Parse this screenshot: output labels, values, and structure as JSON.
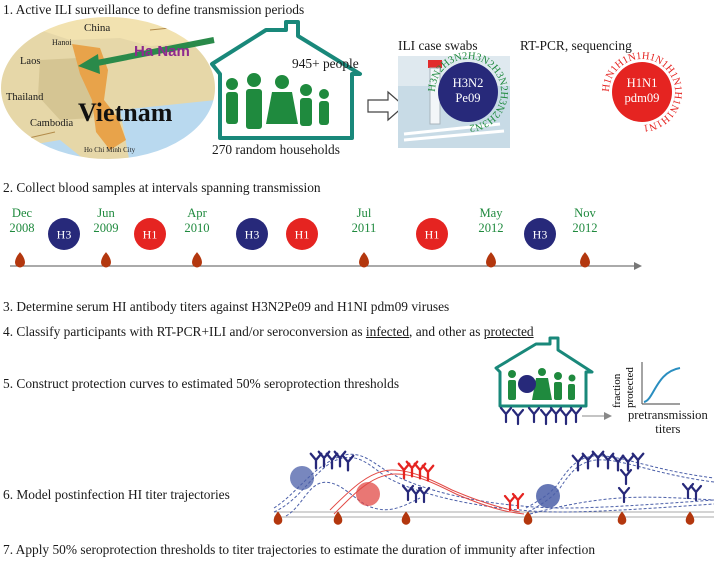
{
  "steps": [
    "1. Active ILI surveillance to define transmission periods",
    "2. Collect blood samples at intervals spanning transmission",
    "3. Determine serum HI antibody titers against H3N2Pe09 and H1NI pdm09 viruses",
    "4. Classify participants with RT-PCR+ILI and/or seroconversion as ",
    "5. Construct protection curves to estimated 50% seroprotection thresholds",
    "6. Model postinfection HI titer trajectories",
    "7. Apply 50% seroprotection thresholds to titer trajectories to estimate the duration of immunity after infection"
  ],
  "step4_parts": {
    "infected": "infected",
    "middle": ", and other as ",
    "protected": "protected"
  },
  "map": {
    "ha_nam": "Ha Nam",
    "vietnam": "Vietnam",
    "china": "China",
    "laos": "Laos",
    "thailand": "Thailand",
    "cambodia": "Cambodia",
    "hanoi": "Hanoi",
    "hcm": "Ho Chi Minh City"
  },
  "households": {
    "people": "945+ people",
    "count": "270 random households"
  },
  "swabs": {
    "label": "ILI case swabs"
  },
  "rtpcr": {
    "label": "RT-PCR, sequencing",
    "h3_line1": "H3N2",
    "h3_line2": "Pe09",
    "h3_ring": "H3N2H3N2H3N2H3N2H3N2H3N2",
    "h1_line1": "H1N1",
    "h1_line2": "pdm09",
    "h1_ring": "H1N1H1N1H1N1H1N1H1N1H1N1"
  },
  "timeline": {
    "dates": [
      {
        "line1": "Dec",
        "line2": "2008"
      },
      {
        "line1": "Jun",
        "line2": "2009"
      },
      {
        "line1": "Apr",
        "line2": "2010"
      },
      {
        "line1": "Jul",
        "line2": "2011"
      },
      {
        "line1": "May",
        "line2": "2012"
      },
      {
        "line1": "Nov",
        "line2": "2012"
      }
    ],
    "badges": [
      "H3",
      "H1",
      "H3",
      "H1",
      "H1",
      "H3"
    ]
  },
  "protection": {
    "ylabel_1": "fraction",
    "ylabel_2": "protected",
    "xlabel_1": "pretransmission",
    "xlabel_2": "titers"
  },
  "colors": {
    "green": "#1f8a3e",
    "navy": "#27297a",
    "red": "#e52421",
    "teal": "#19887a",
    "blood": "#b3370e"
  }
}
